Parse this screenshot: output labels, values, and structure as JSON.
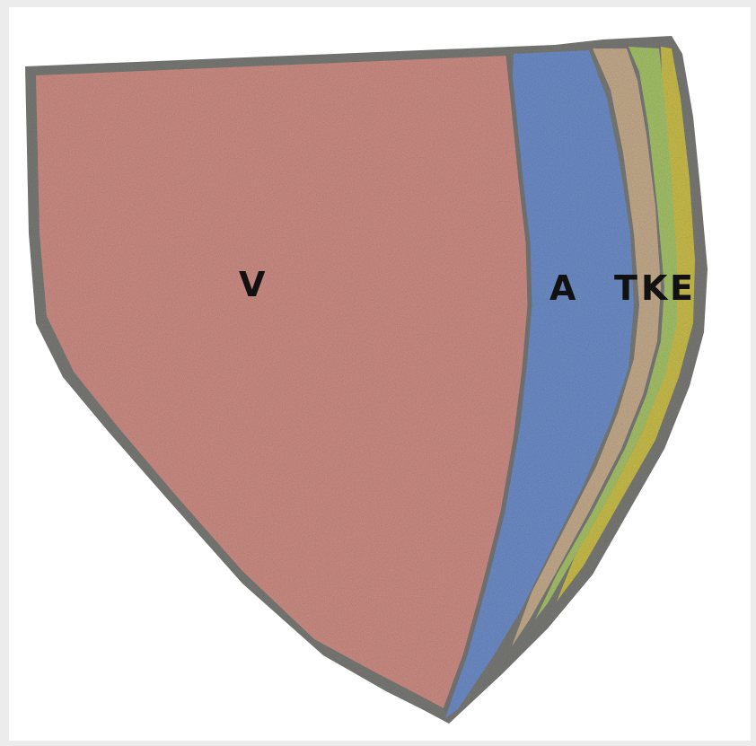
{
  "diagram": {
    "labels": {
      "v": "V",
      "a": "A",
      "t": "T",
      "k": "K",
      "e": "E"
    },
    "colors": {
      "outline": "#7b7b78",
      "v_region": "#cf8f86",
      "a_region": "#6f8fca",
      "t_region": "#c7ad8e",
      "k_region": "#a7c46a",
      "e_region": "#cbbf4c",
      "background": "#ffffff"
    }
  }
}
